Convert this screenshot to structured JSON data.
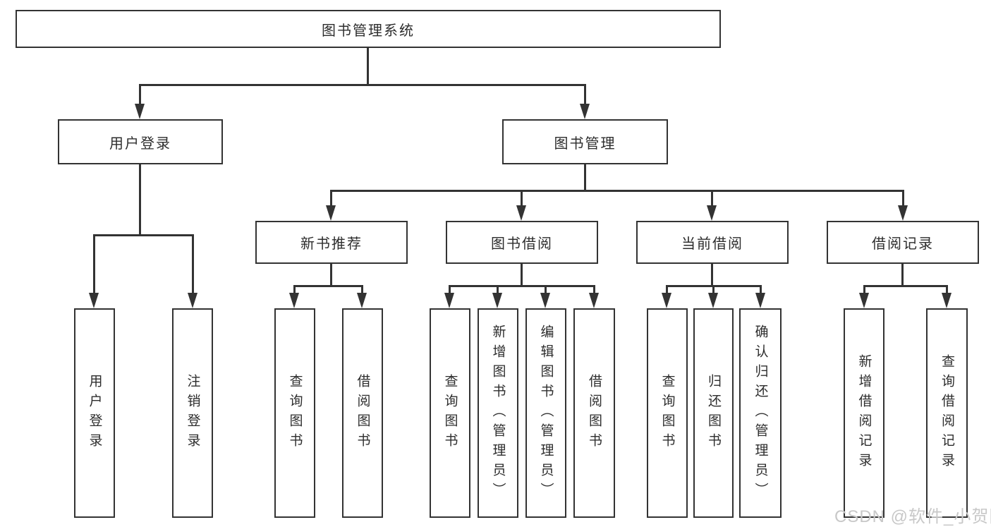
{
  "diagram_type": "functional-structure-tree",
  "colors": {
    "line": "#333333",
    "box_border": "#333333",
    "text": "#2d2d2d",
    "watermark": "#c8c8c8",
    "background": "#ffffff"
  },
  "tree": {
    "root": {
      "label": "图书管理系统",
      "children": [
        {
          "label": "用户登录",
          "children": [
            {
              "label": "用户登录"
            },
            {
              "label": "注销登录"
            }
          ]
        },
        {
          "label": "图书管理",
          "children": [
            {
              "label": "新书推荐",
              "children": [
                {
                  "label": "查询图书"
                },
                {
                  "label": "借阅图书"
                }
              ]
            },
            {
              "label": "图书借阅",
              "children": [
                {
                  "label": "查询图书"
                },
                {
                  "label": "新增图书（管理员）"
                },
                {
                  "label": "编辑图书（管理员）"
                },
                {
                  "label": "借阅图书"
                }
              ]
            },
            {
              "label": "当前借阅",
              "children": [
                {
                  "label": "查询图书"
                },
                {
                  "label": "归还图书"
                },
                {
                  "label": "确认归还（管理员）"
                }
              ]
            },
            {
              "label": "借阅记录",
              "children": [
                {
                  "label": "新增借阅记录"
                },
                {
                  "label": "查询借阅记录"
                }
              ]
            }
          ]
        }
      ]
    }
  },
  "watermark": {
    "text": "CSDN @软件_小贺同学"
  }
}
